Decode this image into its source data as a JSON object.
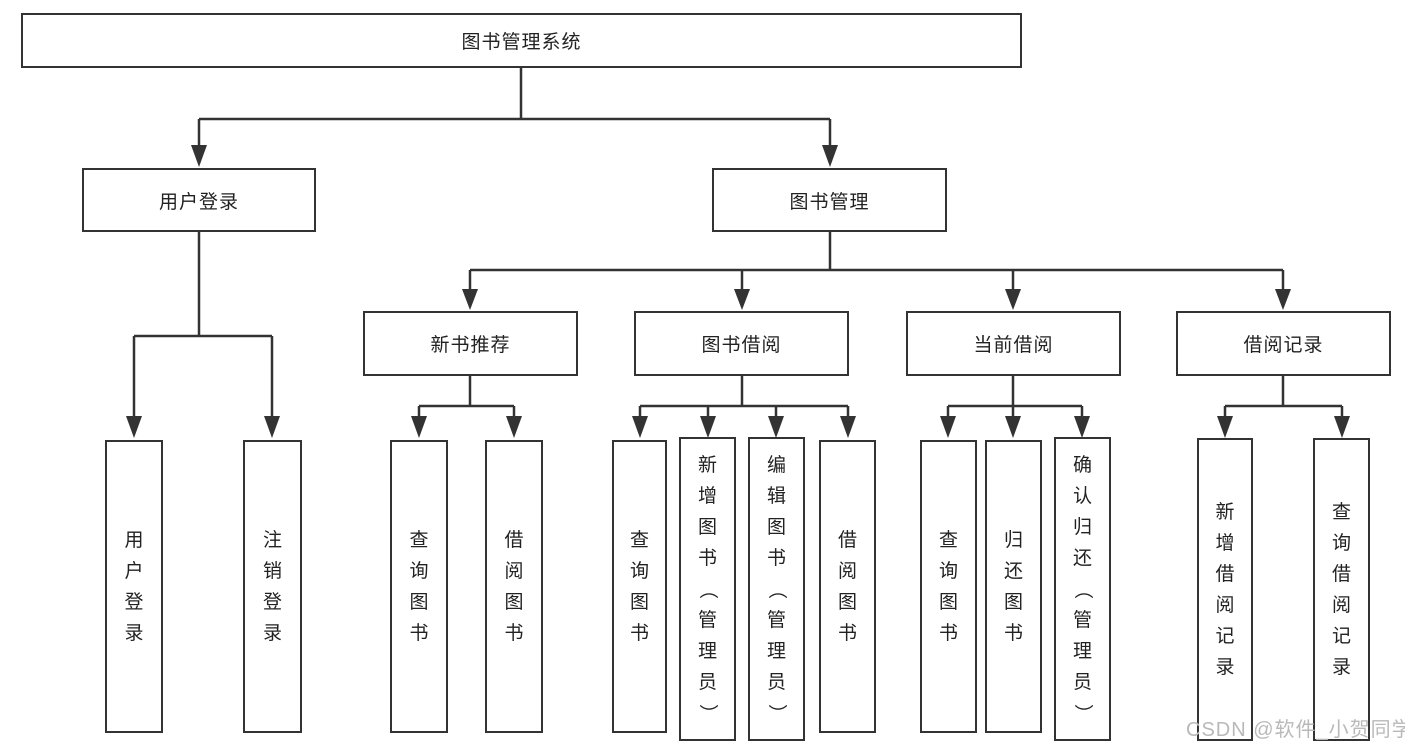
{
  "diagram": {
    "root": {
      "label": "图书管理系统"
    },
    "user_login": {
      "label": "用户登录",
      "children": [
        {
          "label": "用户登录"
        },
        {
          "label": "注销登录"
        }
      ]
    },
    "book_management": {
      "label": "图书管理",
      "sections": [
        {
          "label": "新书推荐",
          "children": [
            {
              "label": "查询图书"
            },
            {
              "label": "借阅图书"
            }
          ]
        },
        {
          "label": "图书借阅",
          "children": [
            {
              "label": "查询图书"
            },
            {
              "label": "新增图书（管理员）"
            },
            {
              "label": "编辑图书（管理员）"
            },
            {
              "label": "借阅图书"
            }
          ]
        },
        {
          "label": "当前借阅",
          "children": [
            {
              "label": "查询图书"
            },
            {
              "label": "归还图书"
            },
            {
              "label": "确认归还（管理员）"
            }
          ]
        },
        {
          "label": "借阅记录",
          "children": [
            {
              "label": "新增借阅记录"
            },
            {
              "label": "查询借阅记录"
            }
          ]
        }
      ]
    }
  },
  "watermark": "CSDN @软件_小贺同学",
  "colors": {
    "line": "#333333",
    "text": "#222222",
    "watermark": "#b9b9b9",
    "bg": "#ffffff"
  }
}
